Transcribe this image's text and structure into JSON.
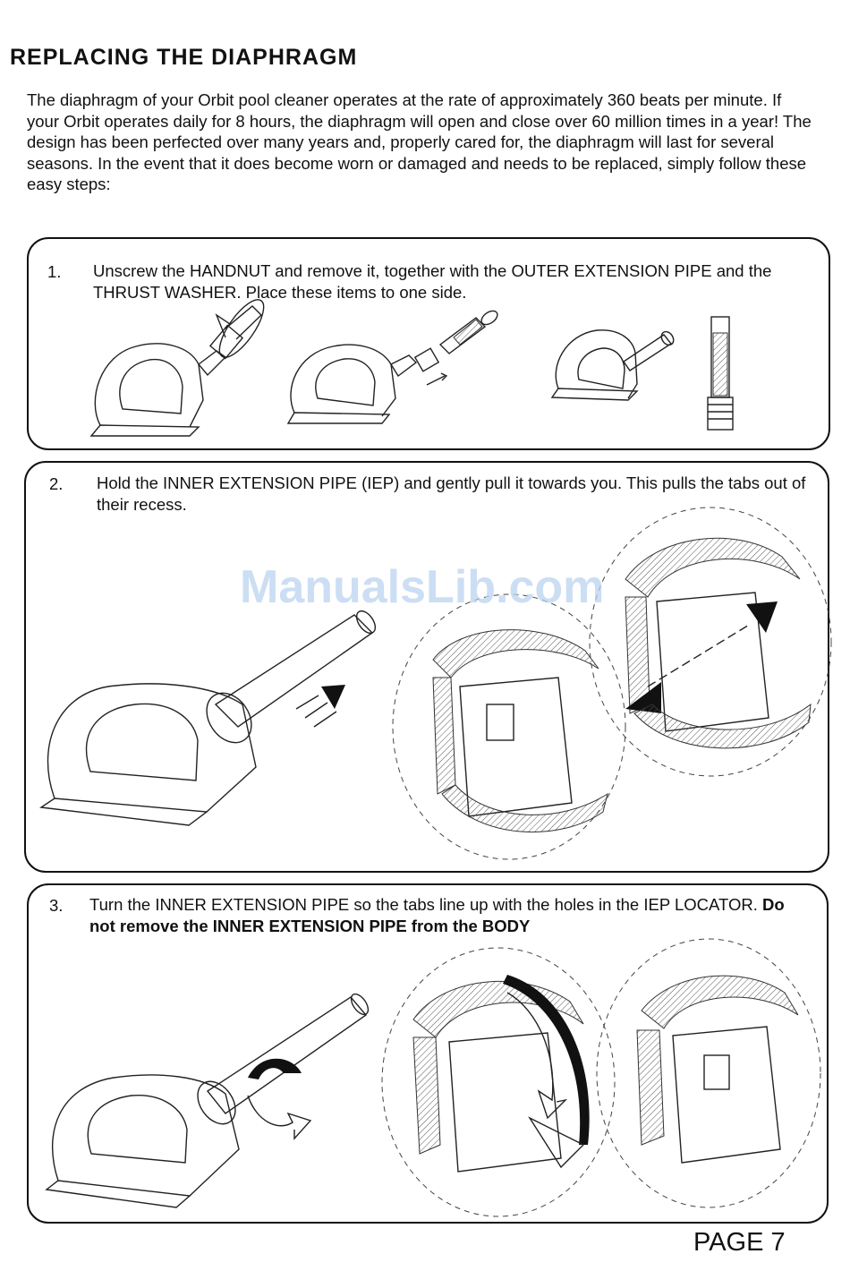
{
  "title": "REPLACING THE  DIAPHRAGM",
  "intro": "The diaphragm of your Orbit pool cleaner operates at the rate of approximately 360 beats per minute. If your Orbit operates daily for 8 hours, the diaphragm will open and close over 60 million times in a year! The design has been perfected over many years and, properly cared for, the diaphragm will last for several seasons. In the event that it does become worn or damaged and needs to be replaced, simply follow these easy steps:",
  "steps": [
    {
      "number": "1.",
      "text": "Unscrew the HANDNUT and remove it, together with the OUTER EXTENSION PIPE and  the THRUST WASHER. Place these items to one side."
    },
    {
      "number": "2.",
      "text": "Hold the INNER EXTENSION PIPE (IEP) and gently pull it towards you. This pulls the tabs out of their recess."
    },
    {
      "number": "3.",
      "text": "Turn the INNER EXTENSION PIPE so the tabs line up with the holes in the IEP LOCATOR.",
      "bold_text": "Do not remove the INNER EXTENSION PIPE from the BODY"
    }
  ],
  "watermark": "ManualsLib.com",
  "page_number": "PAGE 7"
}
